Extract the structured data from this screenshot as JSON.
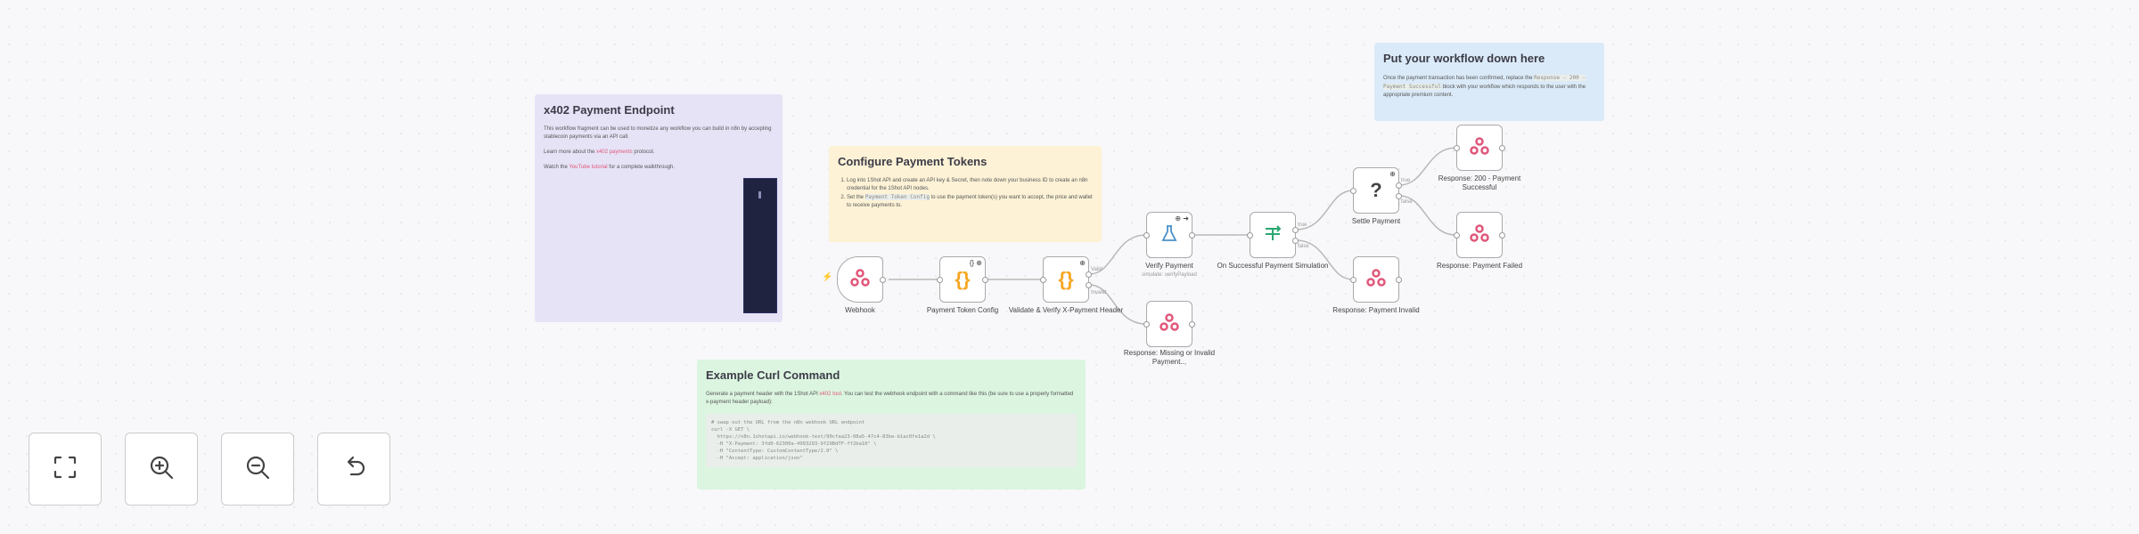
{
  "stickies": {
    "x402": {
      "title": "x402 Payment Endpoint",
      "p1": "This workflow fragment can be used to monetize any workflow you can build in n8n by accepting stablecoin payments via an API call.",
      "p2_prefix": "Learn more about the ",
      "p2_link": "x402 payments",
      "p2_suffix": " protocol.",
      "p3_prefix": "Watch the ",
      "p3_link": "YouTube tutorial",
      "p3_suffix": " for a complete walkthrough."
    },
    "tokens": {
      "title": "Configure Payment Tokens",
      "step1": "Log into 1Shot API and create an API key & Secret, then note down your business ID to create an n8n credential for the 1Shot API nodes.",
      "step2_prefix": "Set the ",
      "step2_code": "Payment Token Config",
      "step2_suffix": " to use the payment token(s) you want to accept, the price and wallet to receive payments to."
    },
    "curl": {
      "title": "Example Curl Command",
      "p1_prefix": "Generate a payment header with the 1Shot API ",
      "p1_link": "x402 tool",
      "p1_suffix": ". You can test the webhook endpoint with a command like this (be sure to use a properly formatted x-payment header payload):",
      "code": "# swap out the URL from the n8n webhook URL endpoint\ncurl -X GET \\\n  https://n8n.1shotapi.io/webhook-test/90cfaa23-08a5-47c4-83be-b1ac0fe1a2d \\\n  -H \"X-Payment: 3fd0-62300a-4993203-9f29BdTF-ff2ba10\" \\\n  -H \"ContentType: CustomContentType/2.0\" \\\n  -H \"Accept: application/json\""
    },
    "workflow": {
      "title": "Put your workflow down here",
      "p1_prefix": "Once the payment transaction has been confirmed, replace the ",
      "p1_code": "Response - 200 - Payment Successful",
      "p1_suffix": " block with your workflow which responds to the user with the appropriate premium content."
    }
  },
  "nodes": {
    "webhook": {
      "label": "Webhook"
    },
    "token_config": {
      "label": "Payment Token Config",
      "badge": "{} ⊕"
    },
    "validate": {
      "label": "Validate & Verify X-Payment Header",
      "badge": "⊕"
    },
    "verify": {
      "label": "Verify Payment",
      "sub": "simulate: verifyPayload",
      "badge": "⊕ ➜"
    },
    "on_success": {
      "label": "On Successful Payment Simulation"
    },
    "settle": {
      "label": "Settle Payment",
      "glyph": "?",
      "badge": "⊕"
    },
    "resp_missing": {
      "label": "Response: Missing or Invalid Payment..."
    },
    "resp_invalid": {
      "label": "Response: Payment Invalid"
    },
    "resp_200": {
      "label": "Response: 200 - Payment Successful"
    },
    "resp_failed": {
      "label": "Response: Payment Failed"
    }
  },
  "edge_labels": {
    "valid": "Valid",
    "invalid": "Invalid",
    "true": "true",
    "false": "false"
  },
  "controls": {
    "fit": "fit-view-icon",
    "zoom_in": "zoom-in-icon",
    "zoom_out": "zoom-out-icon",
    "reset": "reset-zoom-icon"
  },
  "colors": {
    "purple_sticky": "#e6e3f7",
    "yellow_sticky": "#fdf2d6",
    "green_sticky": "#dcf5e0",
    "blue_sticky": "#dbeaf8",
    "webhook_pink": "#e0577a",
    "code_orange": "#f5a623",
    "filter_green": "#2aa872",
    "link_red": "#e0577a"
  }
}
